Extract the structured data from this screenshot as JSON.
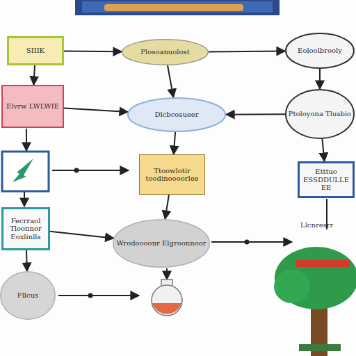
{
  "diagram": {
    "nodes": [
      {
        "text": [
          "SIIIK"
        ]
      },
      {
        "text": [
          "Plosoanuolost"
        ]
      },
      {
        "text": [
          "Eoloolbrooly"
        ]
      },
      {
        "text": [
          "Elvrw LWLWIE"
        ]
      },
      {
        "text": [
          "Dlcbcosueer"
        ]
      },
      {
        "text": [
          "Ptoloyona Tlusbio"
        ]
      },
      {
        "text": [
          "Ttoowlotir toodinoooorlee"
        ]
      },
      {
        "text": [
          "Etttuo ESSDDULLEEE"
        ]
      },
      {
        "text": [
          "Fecrraol Tloonnor Eoxlinlls"
        ]
      },
      {
        "text": [
          "Wrodoooonr Elgroonnoor"
        ]
      },
      {
        "text": [
          "Fllcus"
        ]
      }
    ],
    "edges": [
      {
        "from": 0,
        "to": 1,
        "arrow": "to"
      },
      {
        "from": 1,
        "to": 2,
        "arrow": "to"
      },
      {
        "from": 0,
        "to": 3,
        "arrow": "to"
      },
      {
        "from": 1,
        "to": 4,
        "arrow": "to"
      },
      {
        "from": 2,
        "to": 5,
        "arrow": "to"
      },
      {
        "from": 5,
        "to": 4,
        "arrow": "to"
      },
      {
        "from": 3,
        "to": 4,
        "arrow": "to"
      },
      {
        "from": 4,
        "to": 6,
        "arrow": "to"
      },
      {
        "from": 5,
        "to": 7,
        "arrow": "to"
      },
      {
        "from": 6,
        "to": 9,
        "arrow": "to"
      },
      {
        "from": 8,
        "to": 9,
        "arrow": "to"
      },
      {
        "from": 8,
        "to": 10,
        "arrow": "to"
      }
    ],
    "labels": [
      "Llcnresrr"
    ]
  }
}
